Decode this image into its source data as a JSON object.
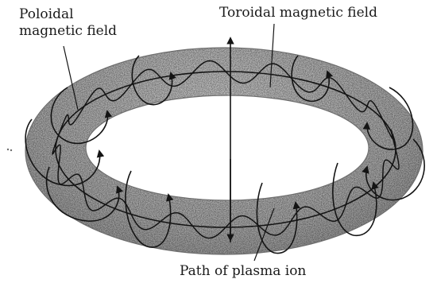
{
  "labels": {
    "poloidal_line1": "Poloidal",
    "poloidal_line2": "magnetic field",
    "toroidal": "Toroidal magnetic field",
    "path": "Path of plasma ion"
  },
  "colors": {
    "torus_fill": "#a9a9a9",
    "torus_stipple": "#5f5f5f",
    "ink": "#141414",
    "background": "#ffffff"
  },
  "icons": [
    "arrowhead-icon"
  ]
}
